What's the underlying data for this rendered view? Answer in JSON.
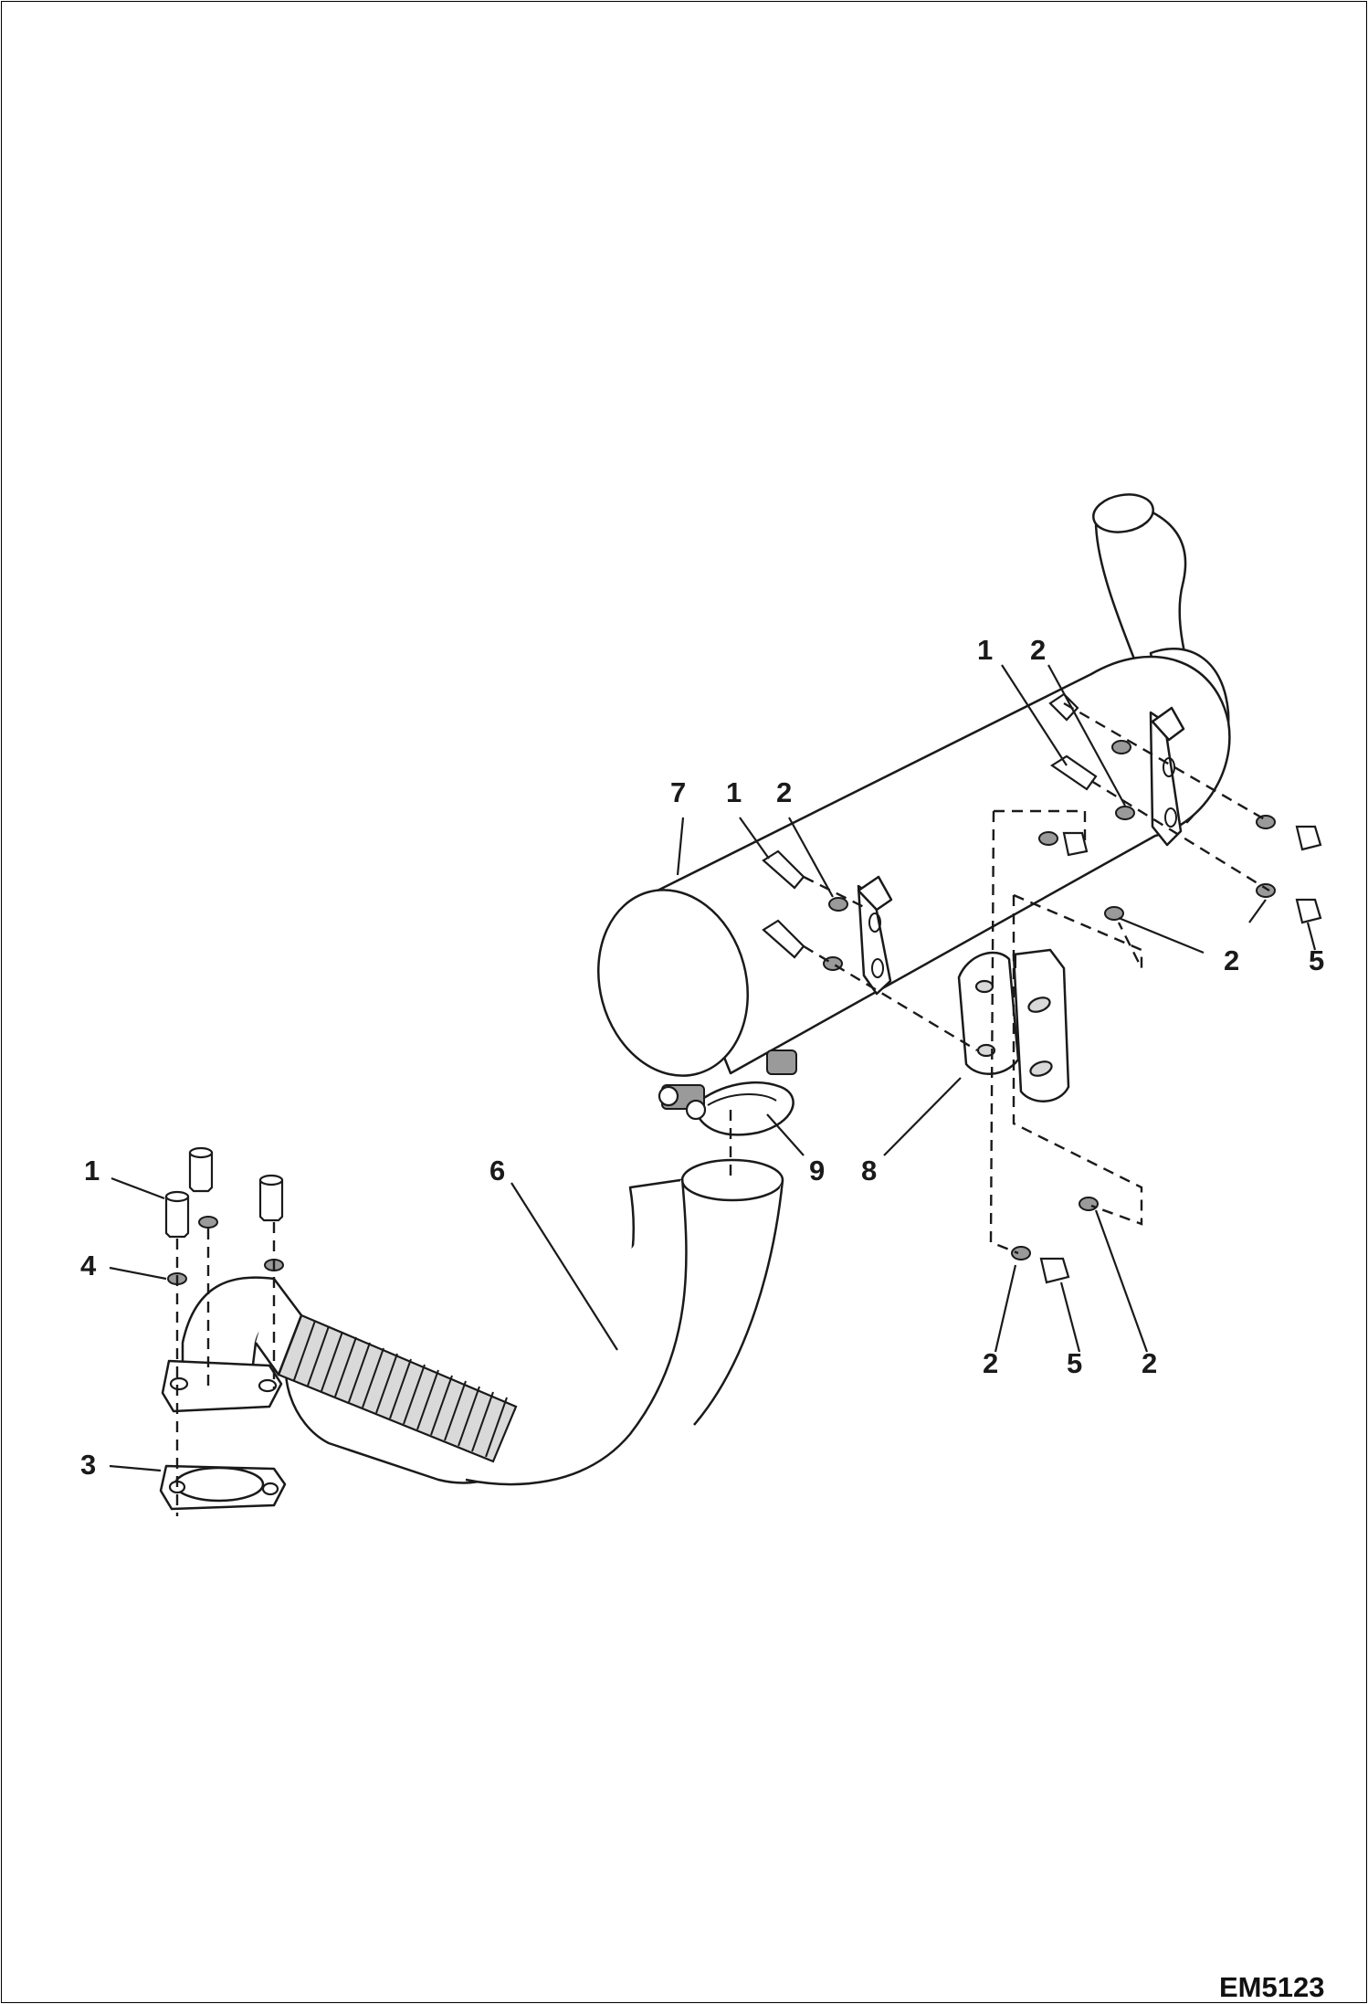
{
  "drawing_code": "EM5123",
  "callouts": {
    "top_right_bolt": "1",
    "top_right_washer": "2",
    "muffler": "7",
    "mid_bolt": "1",
    "mid_washer": "2",
    "right_washer_a": "2",
    "right_nut_a": "5",
    "clamp": "9",
    "bracket": "8",
    "flange_bolt": "1",
    "lock_washer": "4",
    "gasket": "3",
    "exhaust_pipe": "6",
    "bottom_washer_a": "2",
    "bottom_nut": "5",
    "bottom_washer_b": "2"
  }
}
